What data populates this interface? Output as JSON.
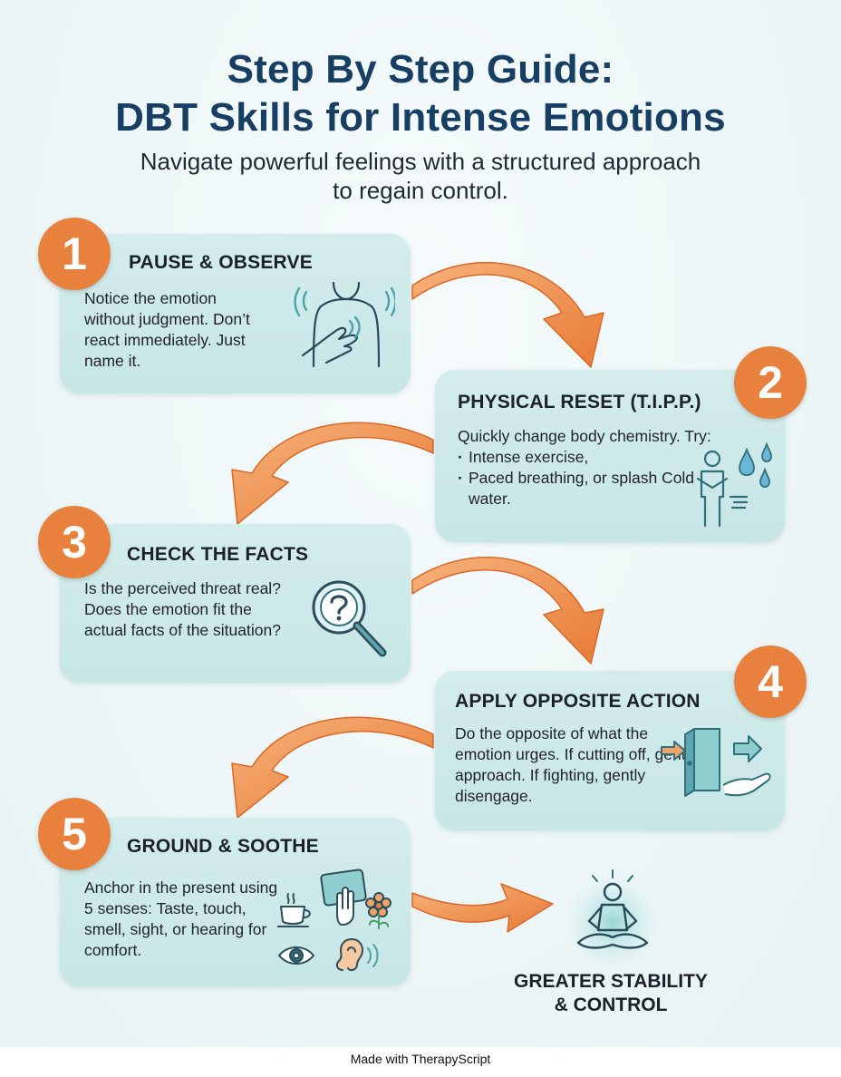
{
  "title_line1": "Step By Step Guide:",
  "title_line2": "DBT Skills for Intense Emotions",
  "subtitle": "Navigate powerful feelings with a structured approach to regain control.",
  "steps": [
    {
      "number": "1",
      "title": "PAUSE & OBSERVE",
      "body": "Notice the emotion without judgment. Don’t react immediately. Just name it.",
      "icon": "hand-on-chest-icon"
    },
    {
      "number": "2",
      "title": "PHYSICAL RESET (T.I.P.P.)",
      "body": "Quickly change body chemistry. Try:",
      "bullets": [
        "Intense exercise,",
        "Paced breathing, or splash Cold water."
      ],
      "icon": "person-breathing-water-icon"
    },
    {
      "number": "3",
      "title": "CHECK THE FACTS",
      "body": "Is the perceived threat real? Does the emotion fit the actual facts of the situation?",
      "icon": "magnifier-question-icon"
    },
    {
      "number": "4",
      "title": "APPLY OPPOSITE ACTION",
      "body": "Do the opposite of what the emotion urges. If cutting off, gently approach. If fighting, gently disengage.",
      "icon": "door-arrows-hand-icon"
    },
    {
      "number": "5",
      "title": "GROUND & SOOTHE",
      "body": "Anchor in the present using 5 senses: Taste, touch, smell, sight, or hearing for comfort.",
      "icon": "five-senses-icon"
    }
  ],
  "result": {
    "line1": "GREATER STABILITY",
    "line2": "& CONTROL",
    "icon": "meditating-person-icon"
  },
  "footer": "Made with TherapyScript",
  "colors": {
    "title": "#173e63",
    "accent": "#e8803e",
    "card": "#cde9e9",
    "icon_stroke": "#2f6f7a"
  }
}
